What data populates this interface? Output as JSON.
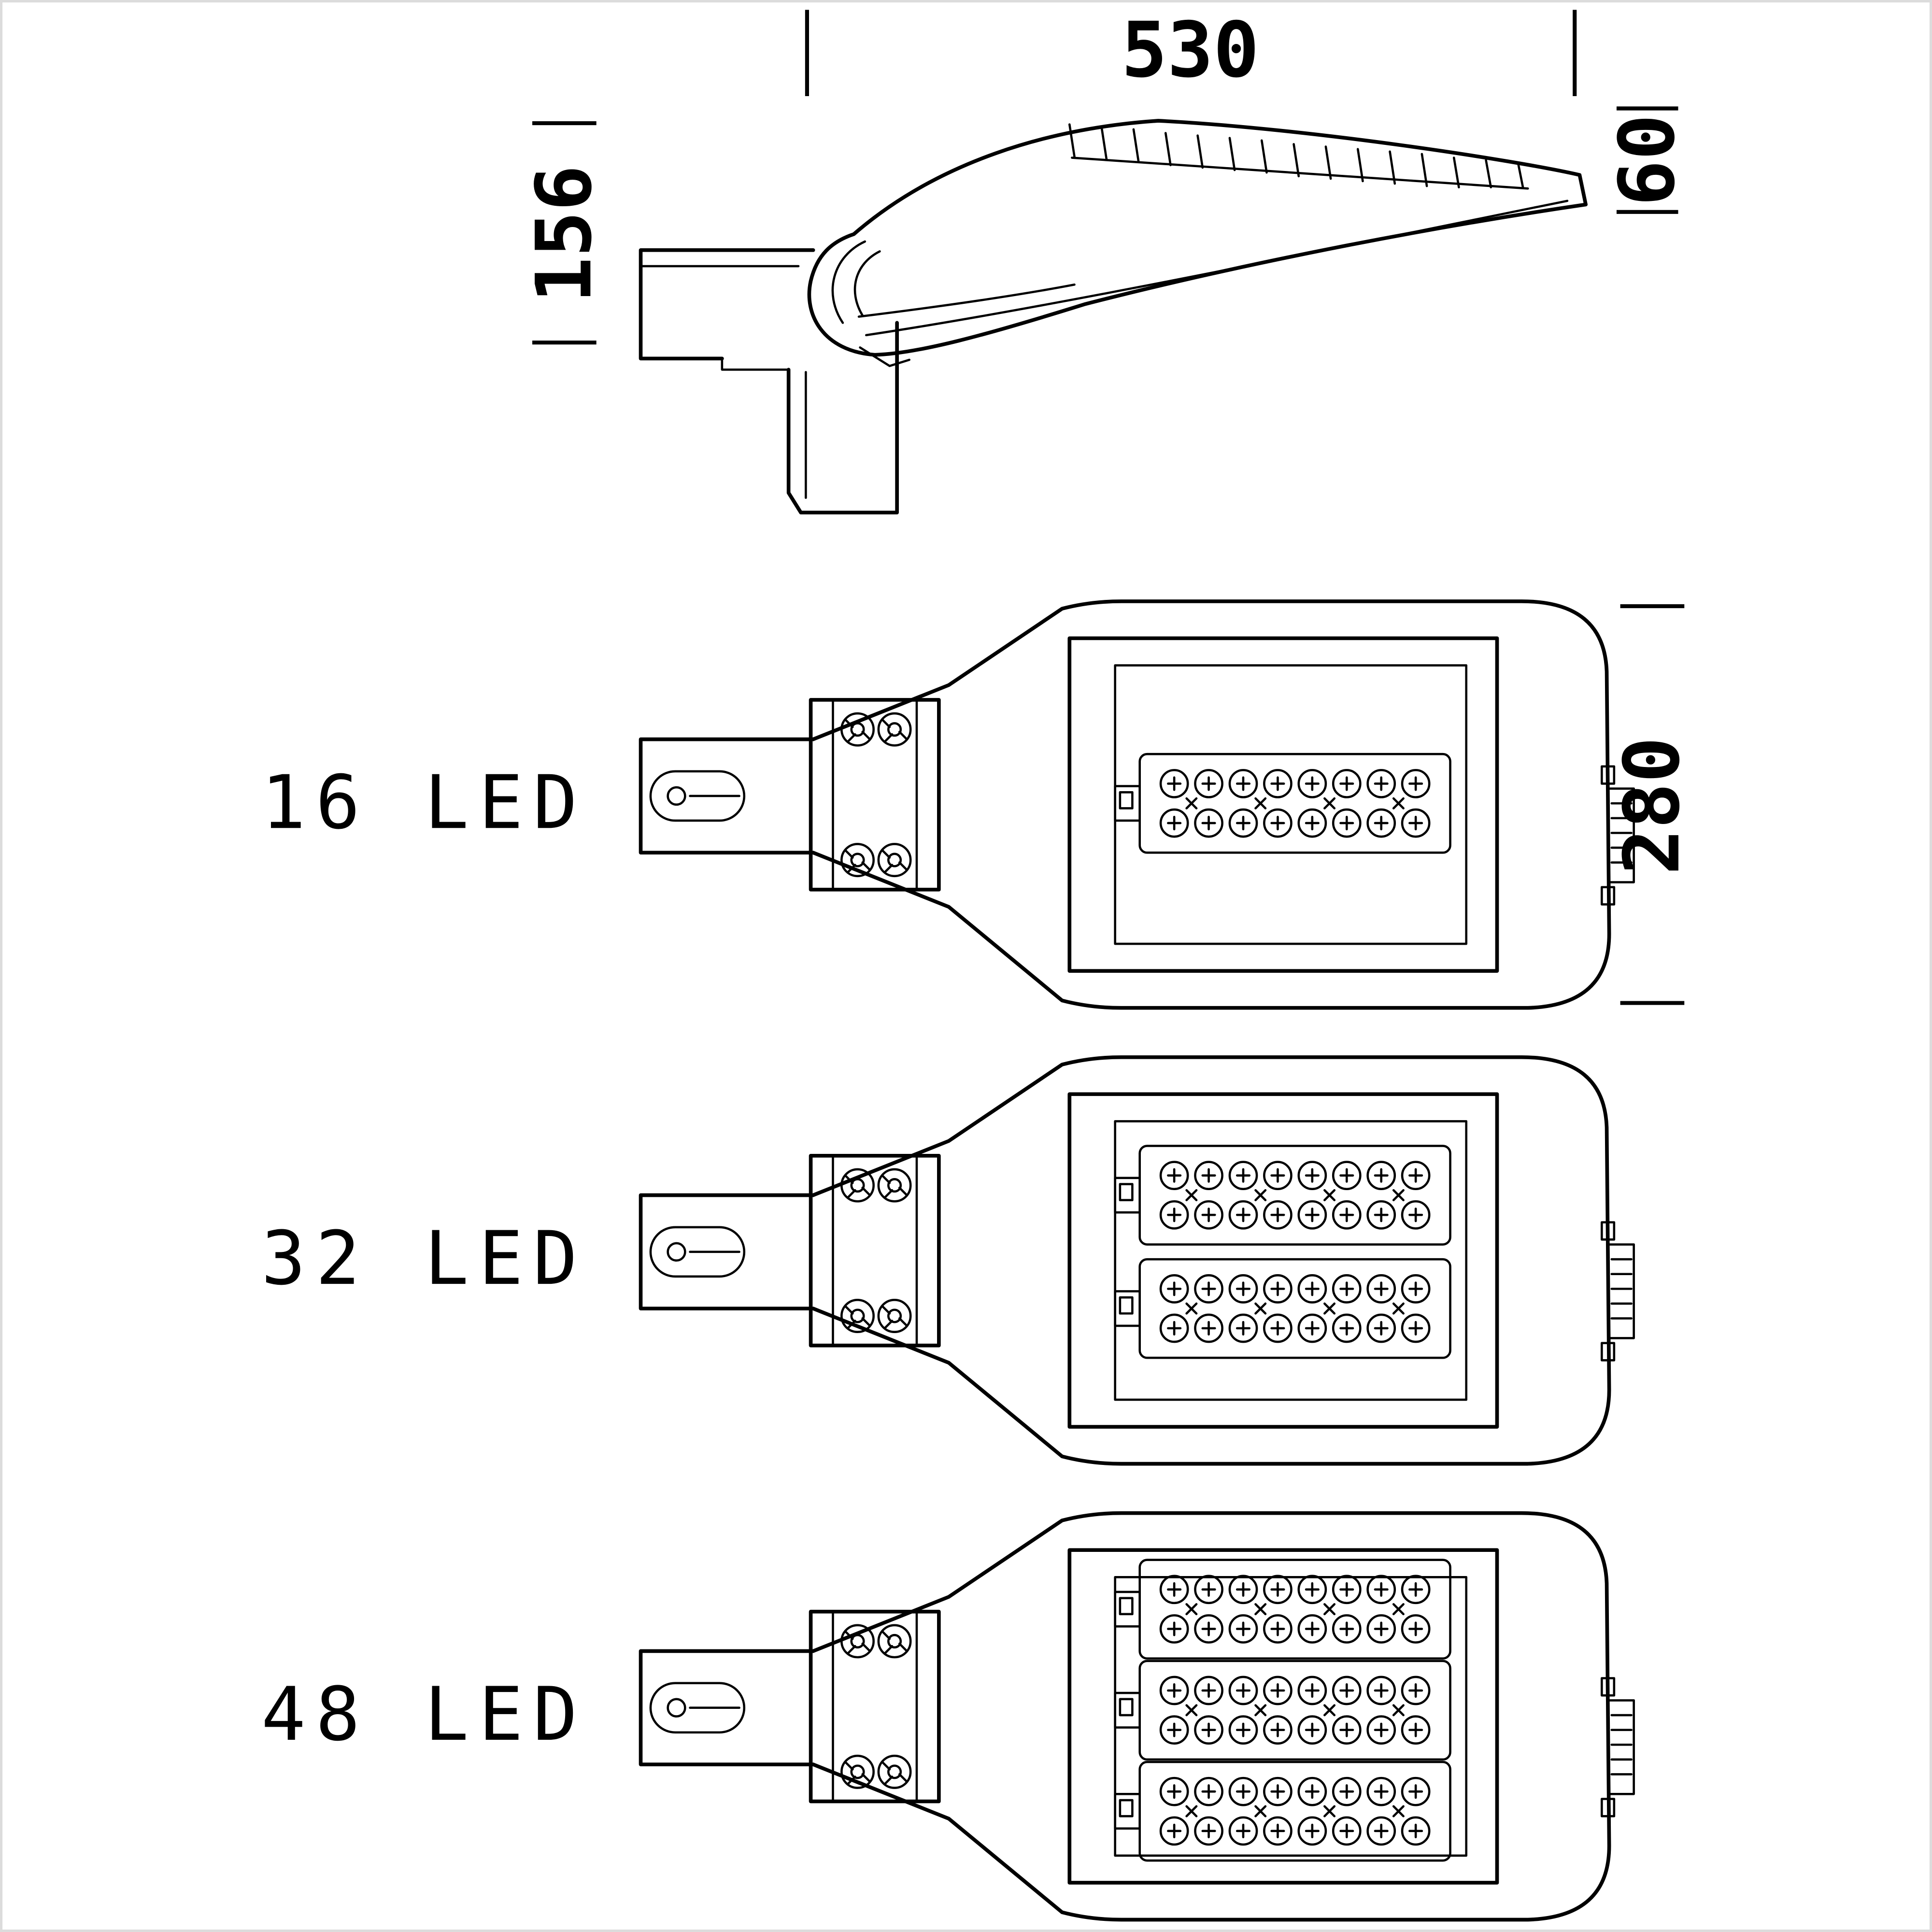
{
  "drawing": {
    "type": "technical-line-drawing",
    "subject": "LED street light luminaire, side view and three top views",
    "colors": {
      "line": "#000000",
      "background": "#ffffff"
    }
  },
  "side_view": {
    "dim_overall_length": "530",
    "dim_head_height": "60",
    "dim_arm_height": "156"
  },
  "top_view": {
    "dim_body_width": "280"
  },
  "variants": [
    {
      "label": "16 LED",
      "modules": 1,
      "leds_per_module": 16
    },
    {
      "label": "32 LED",
      "modules": 2,
      "leds_per_module": 16
    },
    {
      "label": "48 LED",
      "modules": 3,
      "leds_per_module": 16
    }
  ]
}
